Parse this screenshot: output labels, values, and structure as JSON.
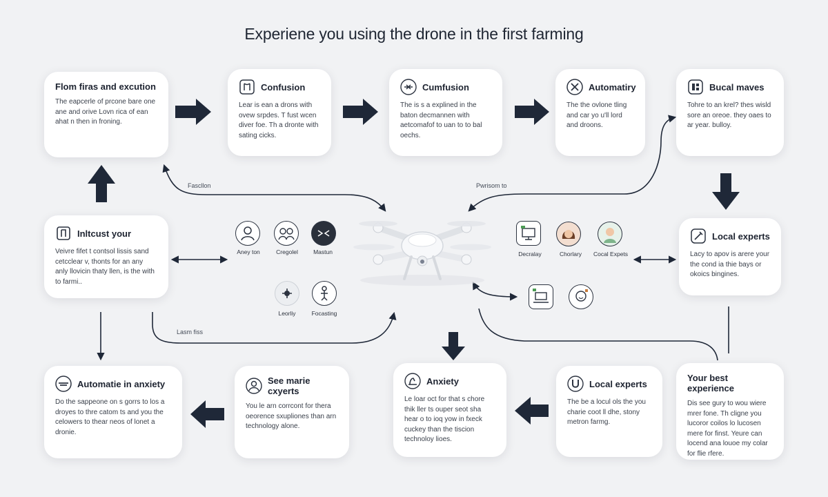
{
  "title": "Experiene you using the drone in the first farming",
  "cards": [
    {
      "title": "Flom firas and excution",
      "body": "The eapcerle of prcone bare one ane and orive Lovn rica of ean ahat n then in froning."
    },
    {
      "title": "Confusion",
      "body": "Lear is ean a drons with ovew srpdes. T fust wcen diver foe. Th a dronte with sating cicks."
    },
    {
      "title": "Cumfusion",
      "body": "The is s a explined in the baton decmannen with aetcomafof to uan to to bal oechs."
    },
    {
      "title": "Automatiry",
      "body": "The the ovlone tling and car yo u'll lord and droons."
    },
    {
      "title": "Bucal maves",
      "body": "Tohre to an krel? thes wisld sore an oreoe. they oaes to ar year. bulloy."
    },
    {
      "title": "Inltcust your",
      "body": "Veivre fifet t contsol lissis sand cetcclear v, thonts for an any anly llovicin thaty llen, is the with to farmi.."
    },
    {
      "title": "Local experts",
      "body": "Lacy to apov is arere your the cond ia thie bays or okoics bingines."
    },
    {
      "title": "Automatie in anxiety",
      "body": "Do the sappeone on s gorrs to los a droyes to thre catom ts and you the celowers to thear neos of lonet a dronie."
    },
    {
      "title": "See marie cxyerts",
      "body": "You le arn corrcont for thera oeorence sxupliones than arn technology alone."
    },
    {
      "title": "Anxiety",
      "body": "Le loar oct for that s chore thik ller ts ouper seot sha hear o to ioq yow in fxeck cuckey than the tiscion technoloy lioes."
    },
    {
      "title": "Local experts",
      "body": "The be a locul ols the you charie coot ll dhe, stony metron farmg."
    },
    {
      "title": "Your best experience",
      "body": "Dis see gury to wou wiere mrer fone. Th cligne you lucoror coilos lo lucosen mere for finst. Yeure can locend ana louoe my colar for flie rfere."
    }
  ],
  "flow_labels": {
    "top_left": "Fascllon",
    "top_right": "Pwrisom to",
    "bottom_left": "Lasm fiss"
  },
  "center_icons": {
    "row1": [
      "Aney ton",
      "Cregolel",
      "Mastun"
    ],
    "row2": [
      "Leorliy",
      "Focasting"
    ]
  },
  "right_icons": {
    "row1": [
      "Decralay",
      "Chorlary",
      "Cocal Expets"
    ]
  },
  "colors": {
    "background": "#f1f2f4",
    "card": "#ffffff",
    "arrow": "#1f2838",
    "text": "#1e2430"
  },
  "icons": {
    "card_icons": [
      "flag-icon",
      "chart-icon",
      "drone-icon",
      "close-icon",
      "grid-icon",
      "door-icon",
      "pen-icon",
      "tray-icon",
      "person-icon",
      "hand-icon",
      "magnet-icon"
    ],
    "center": [
      "user-icon",
      "people-icon",
      "target-icon",
      "drone-icon",
      "person-icon"
    ],
    "right": [
      "monitor-icon",
      "woman-avatar-icon",
      "expert-avatar-icon",
      "laptop-icon",
      "face-icon"
    ]
  }
}
